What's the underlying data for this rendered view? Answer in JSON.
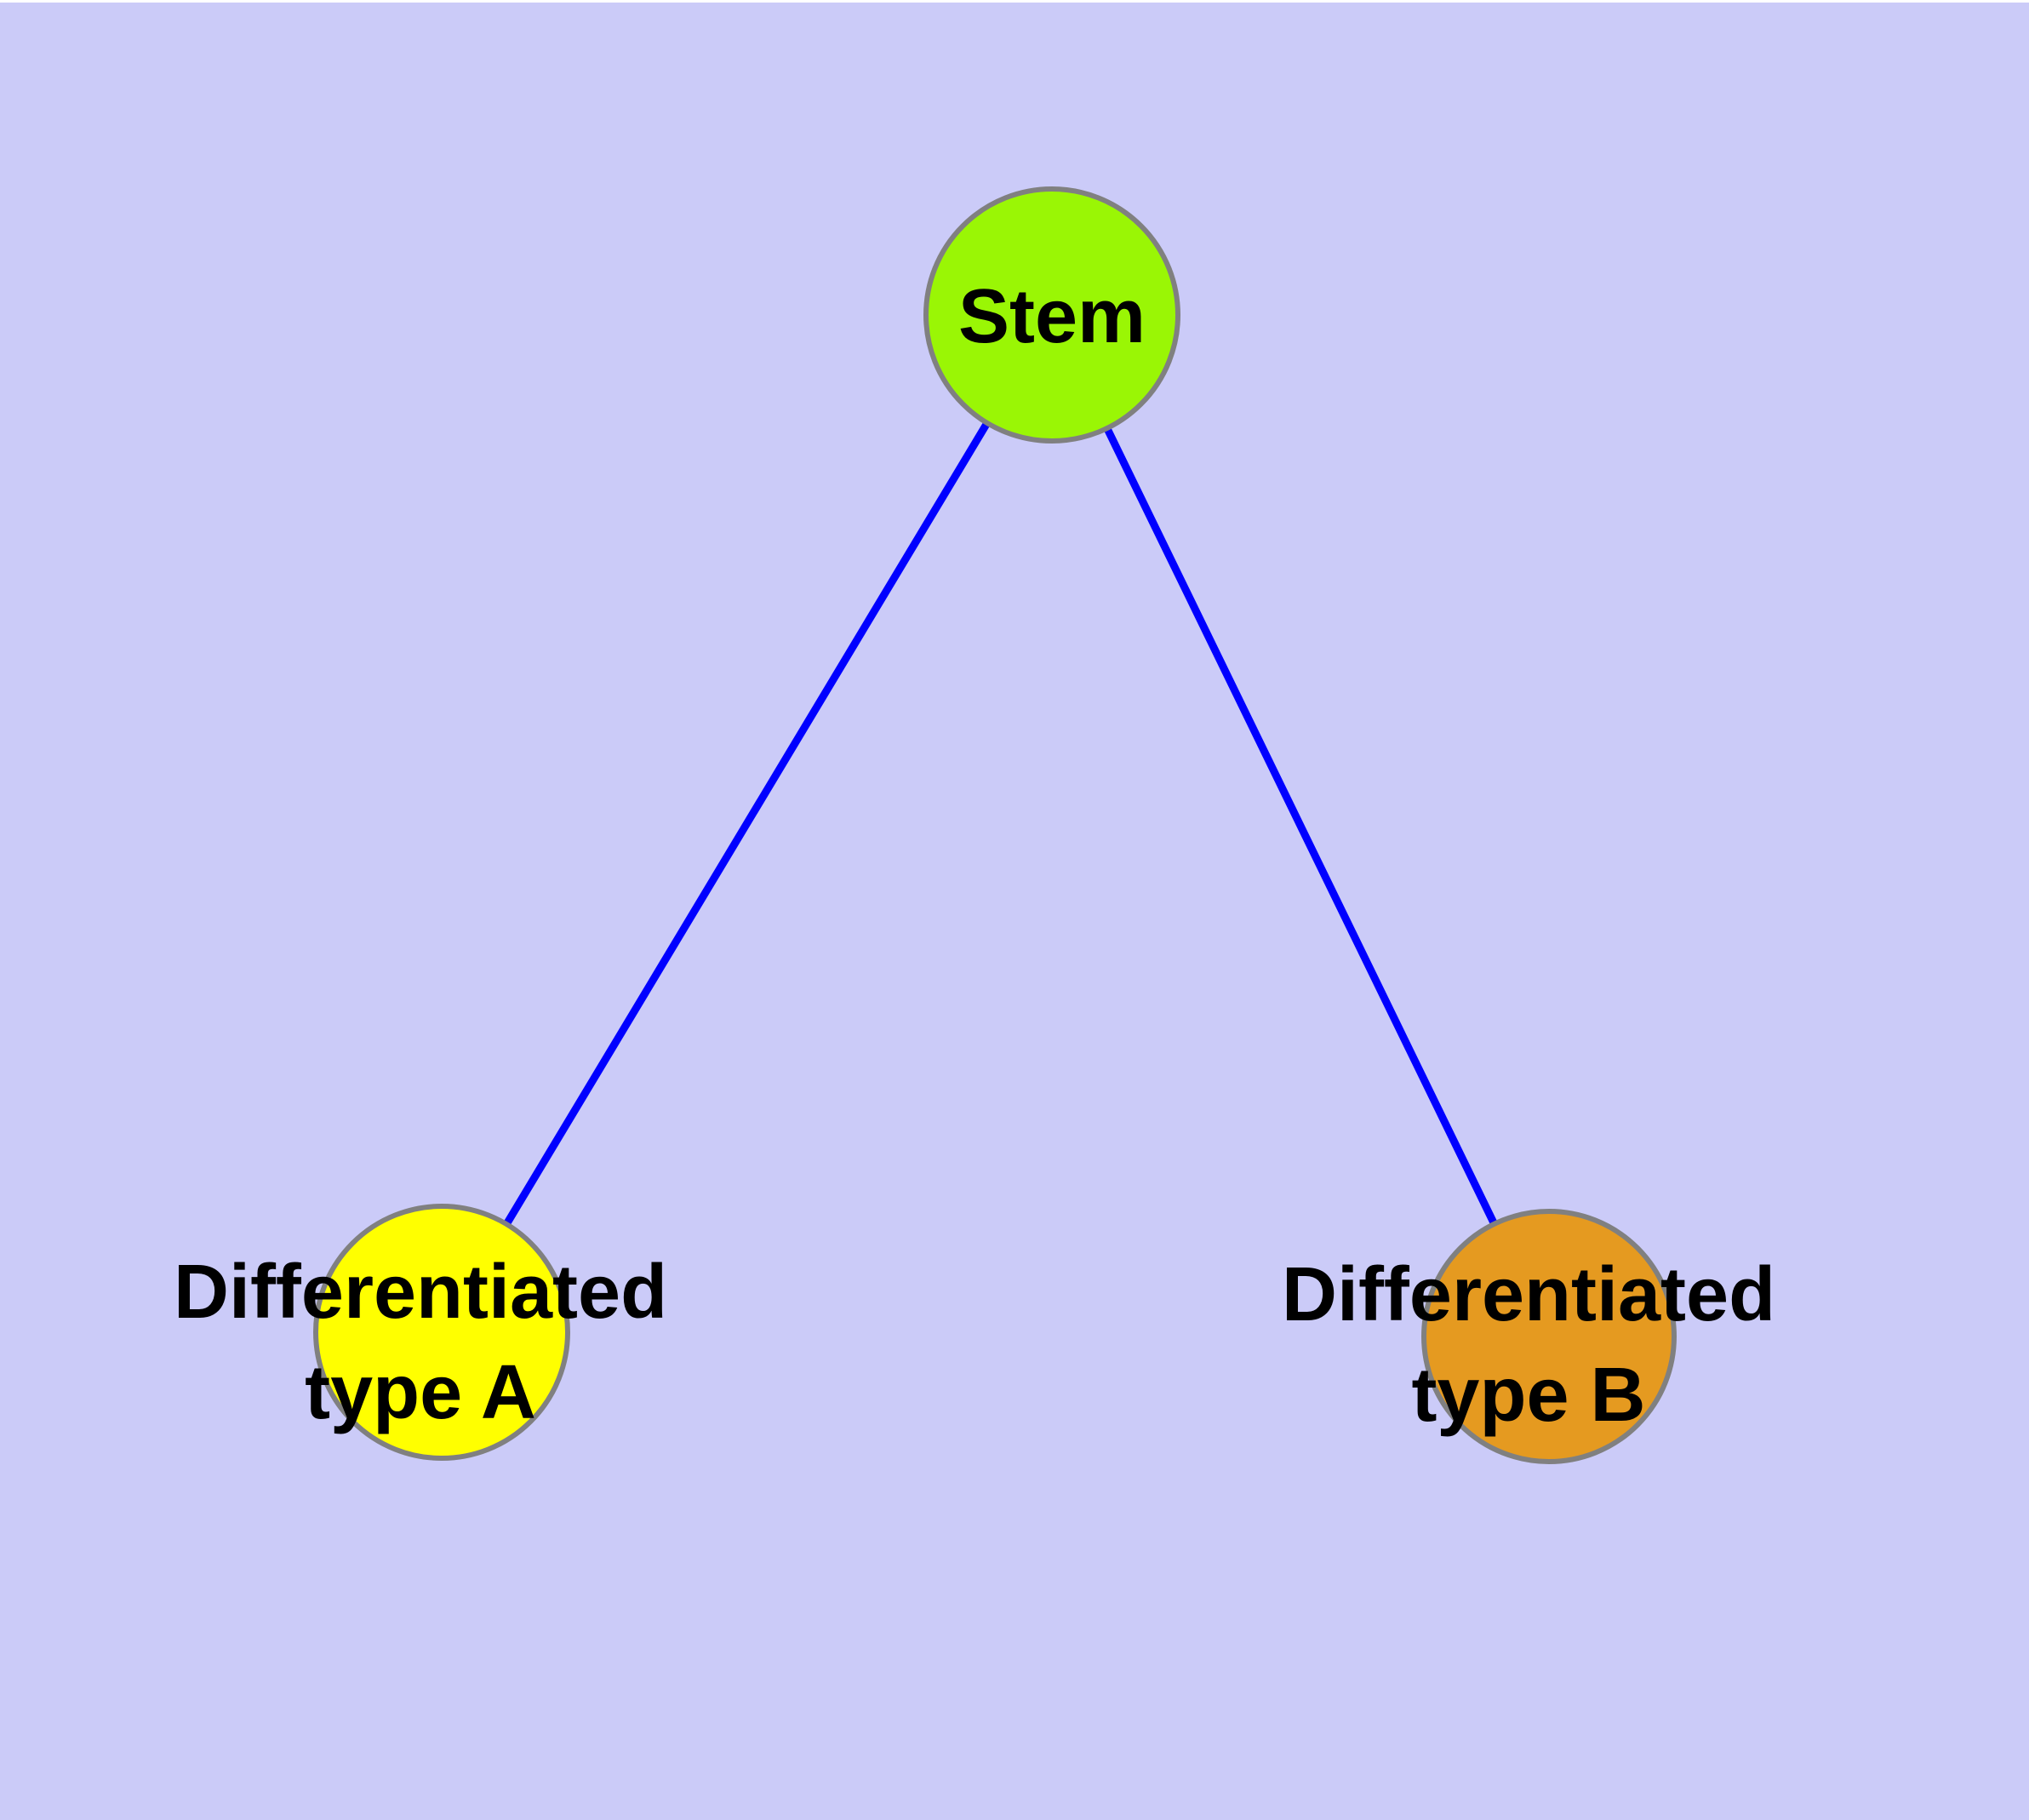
{
  "diagram": {
    "type": "graph",
    "colors": {
      "background": "#CBCBF8",
      "edge": "#0000FF",
      "node_border": "#808080",
      "label_text": "#000000"
    },
    "nodes": [
      {
        "id": "stem",
        "label": "Stem",
        "color": "#9AF605"
      },
      {
        "id": "type-a",
        "label": "Differentiated\ntype A",
        "color": "#FFFF00"
      },
      {
        "id": "type-b",
        "label": "Differentiated\ntype B",
        "color": "#E59A20"
      }
    ],
    "edges": [
      {
        "from": "Stem",
        "to": "Differentiated type A"
      },
      {
        "from": "Stem",
        "to": "Differentiated type B"
      }
    ]
  }
}
